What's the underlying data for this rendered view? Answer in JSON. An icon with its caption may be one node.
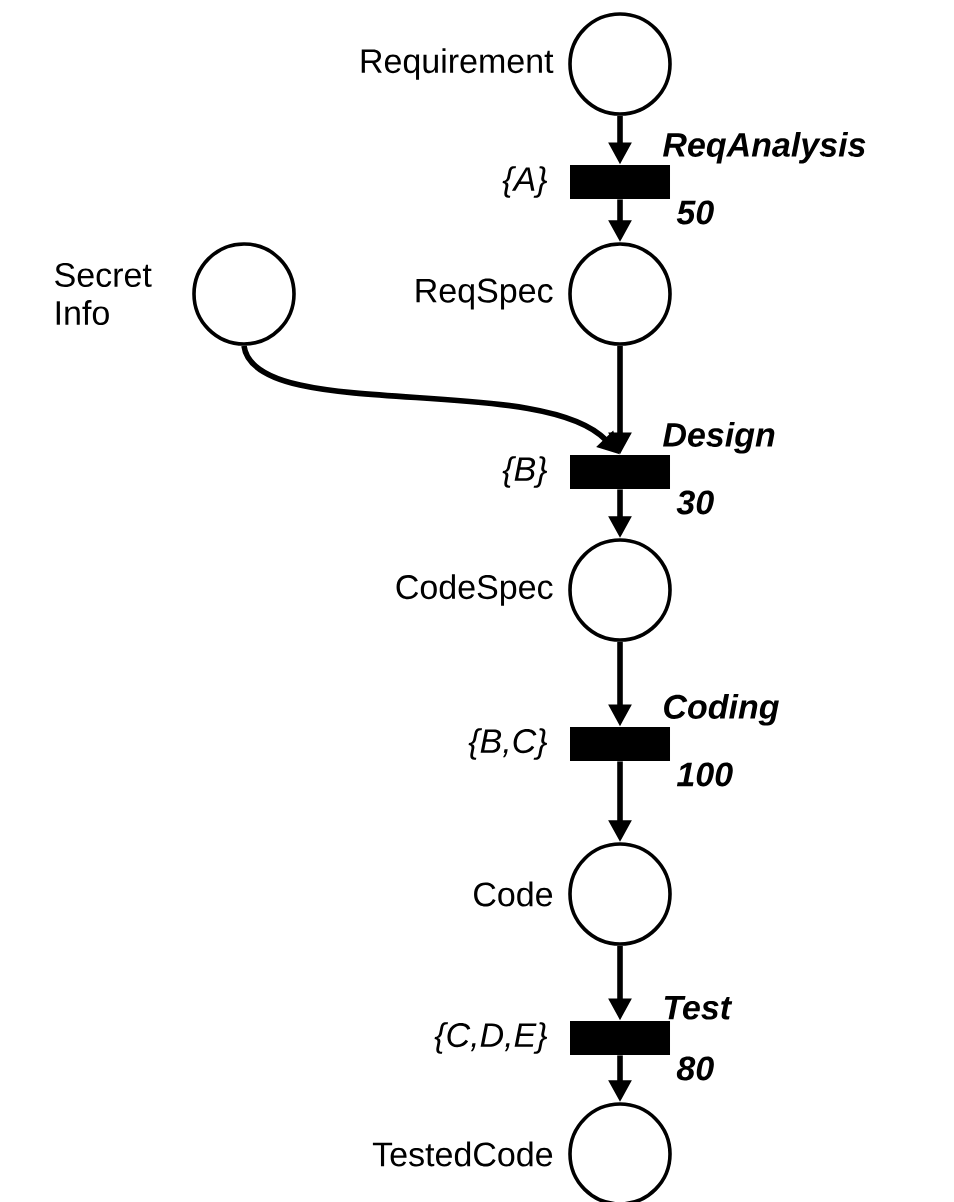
{
  "diagram": {
    "nodes": [
      {
        "text": [],
        "shape": "circle",
        "beside": [
          "Requirement"
        ]
      },
      {
        "text": [],
        "shape": "bar",
        "beside": [
          "ReqAnalysis",
          "{A}",
          "50"
        ]
      },
      {
        "text": [],
        "shape": "circle",
        "beside": [
          "Secret Info"
        ]
      },
      {
        "text": [],
        "shape": "circle",
        "beside": [
          "ReqSpec"
        ]
      },
      {
        "text": [],
        "shape": "bar",
        "beside": [
          "Design",
          "{B}",
          "30"
        ]
      },
      {
        "text": [],
        "shape": "circle",
        "beside": [
          "CodeSpec"
        ]
      },
      {
        "text": [],
        "shape": "bar",
        "beside": [
          "Coding",
          "{B,C}",
          "100"
        ]
      },
      {
        "text": [],
        "shape": "circle",
        "beside": [
          "Code"
        ]
      },
      {
        "text": [],
        "shape": "bar",
        "beside": [
          "Test",
          "{C,D,E}",
          "80"
        ]
      },
      {
        "text": [],
        "shape": "circle",
        "beside": [
          "TestedCode"
        ]
      }
    ],
    "edges": [
      {
        "from": 0,
        "to": 1,
        "arrow": "to"
      },
      {
        "from": 1,
        "to": 3,
        "arrow": "to"
      },
      {
        "from": 3,
        "to": 4,
        "arrow": "to"
      },
      {
        "from": 2,
        "to": 4,
        "arrow": "to"
      },
      {
        "from": 4,
        "to": 5,
        "arrow": "to"
      },
      {
        "from": 5,
        "to": 6,
        "arrow": "to"
      },
      {
        "from": 6,
        "to": 7,
        "arrow": "to"
      },
      {
        "from": 7,
        "to": 8,
        "arrow": "to"
      },
      {
        "from": 8,
        "to": 9,
        "arrow": "to"
      }
    ]
  }
}
